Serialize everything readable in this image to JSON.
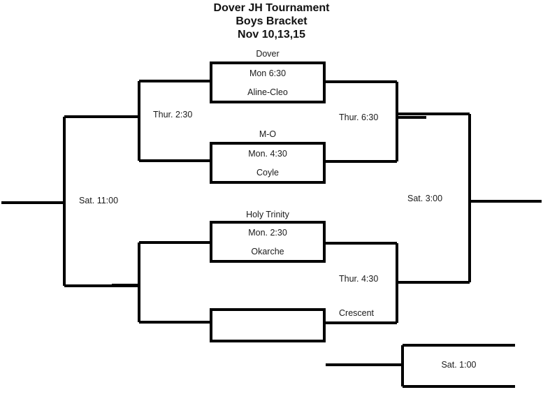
{
  "header": {
    "line1": "Dover JH Tournament",
    "line2": "Boys Bracket",
    "line3": "Nov 10,13,15"
  },
  "colors": {
    "line": "#000000",
    "text": "#1a1a1a",
    "title": "#121212",
    "background": "#ffffff"
  },
  "round1": {
    "games": [
      {
        "site": "Dover",
        "time": "Mon 6:30",
        "team": "Aline-Cleo"
      },
      {
        "site": "M-O",
        "time": "Mon. 4:30",
        "team": "Coyle"
      },
      {
        "site": "Holy Trinity",
        "time": "Mon. 2:30",
        "team": "Okarche"
      },
      {
        "site": "",
        "time": "",
        "team": ""
      }
    ]
  },
  "round2": {
    "left_upper": "Thur. 2:30",
    "left_lower": "",
    "right_upper": "Thur. 6:30",
    "right_lower_time": "Thur. 4:30",
    "right_lower_team": "Crescent"
  },
  "round3": {
    "left": "Sat. 11:00",
    "right": "Sat. 3:00"
  },
  "consolation": {
    "label": "Sat. 1:00"
  }
}
